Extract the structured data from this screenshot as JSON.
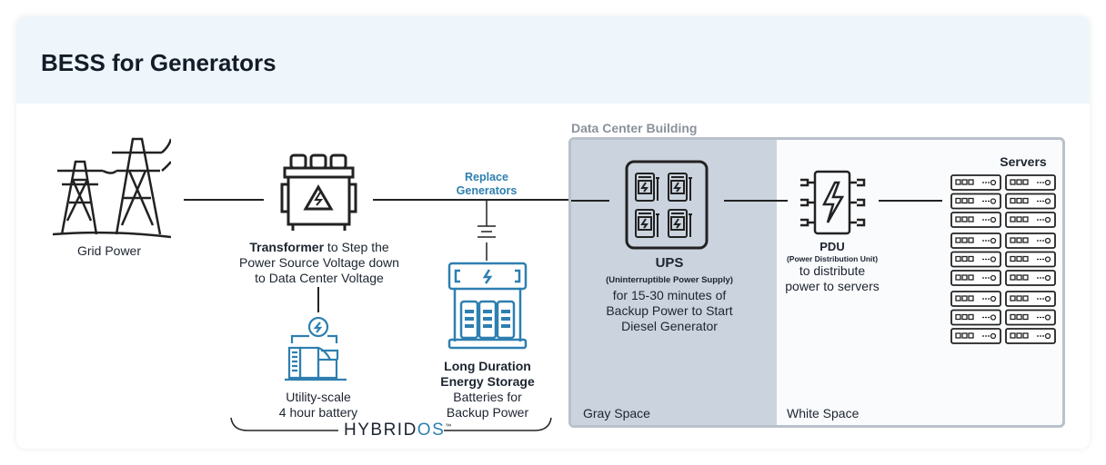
{
  "title": "BESS for Generators",
  "grid": {
    "label": "Grid Power"
  },
  "transformer": {
    "bold": "Transformer",
    "rest1": " to Step the",
    "line2": "Power Source Voltage down",
    "line3": "to Data Center Voltage"
  },
  "replace": {
    "line1": "Replace",
    "line2": "Generators"
  },
  "utility": {
    "line1": "Utility-scale",
    "line2": "4 hour battery"
  },
  "ldes": {
    "line1": "Long Duration",
    "line2": "Energy Storage",
    "line3": "Batteries for",
    "line4": "Backup Power"
  },
  "hybridos": {
    "main": "HYBRID",
    "accent": "OS",
    "tm": "™"
  },
  "building": {
    "label": "Data Center Building",
    "gray_space": "Gray Space",
    "white_space": "White Space"
  },
  "ups": {
    "title": "UPS",
    "sub": "(Uninterruptible Power Supply)",
    "line1": "for 15-30 minutes of",
    "line2": "Backup Power to Start",
    "line3": "Diesel Generator"
  },
  "pdu": {
    "title": "PDU",
    "sub": "(Power Distribution Unit)",
    "line1": "to distribute",
    "line2": "power to servers"
  },
  "servers": {
    "label": "Servers",
    "groups": 3,
    "rows_per_group": 3,
    "columns": 2
  },
  "colors": {
    "accent": "#2e7fb0",
    "header_bg": "#eef6fc",
    "gray_space": "#cbd4de"
  }
}
